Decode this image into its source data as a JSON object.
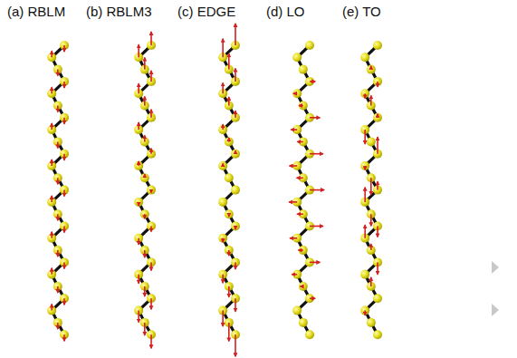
{
  "diagram": {
    "labels": [
      "(a) RBLM",
      "(b) RBLM3",
      "(c) EDGE",
      "(d) LO",
      "(e) TO"
    ]
  }
}
